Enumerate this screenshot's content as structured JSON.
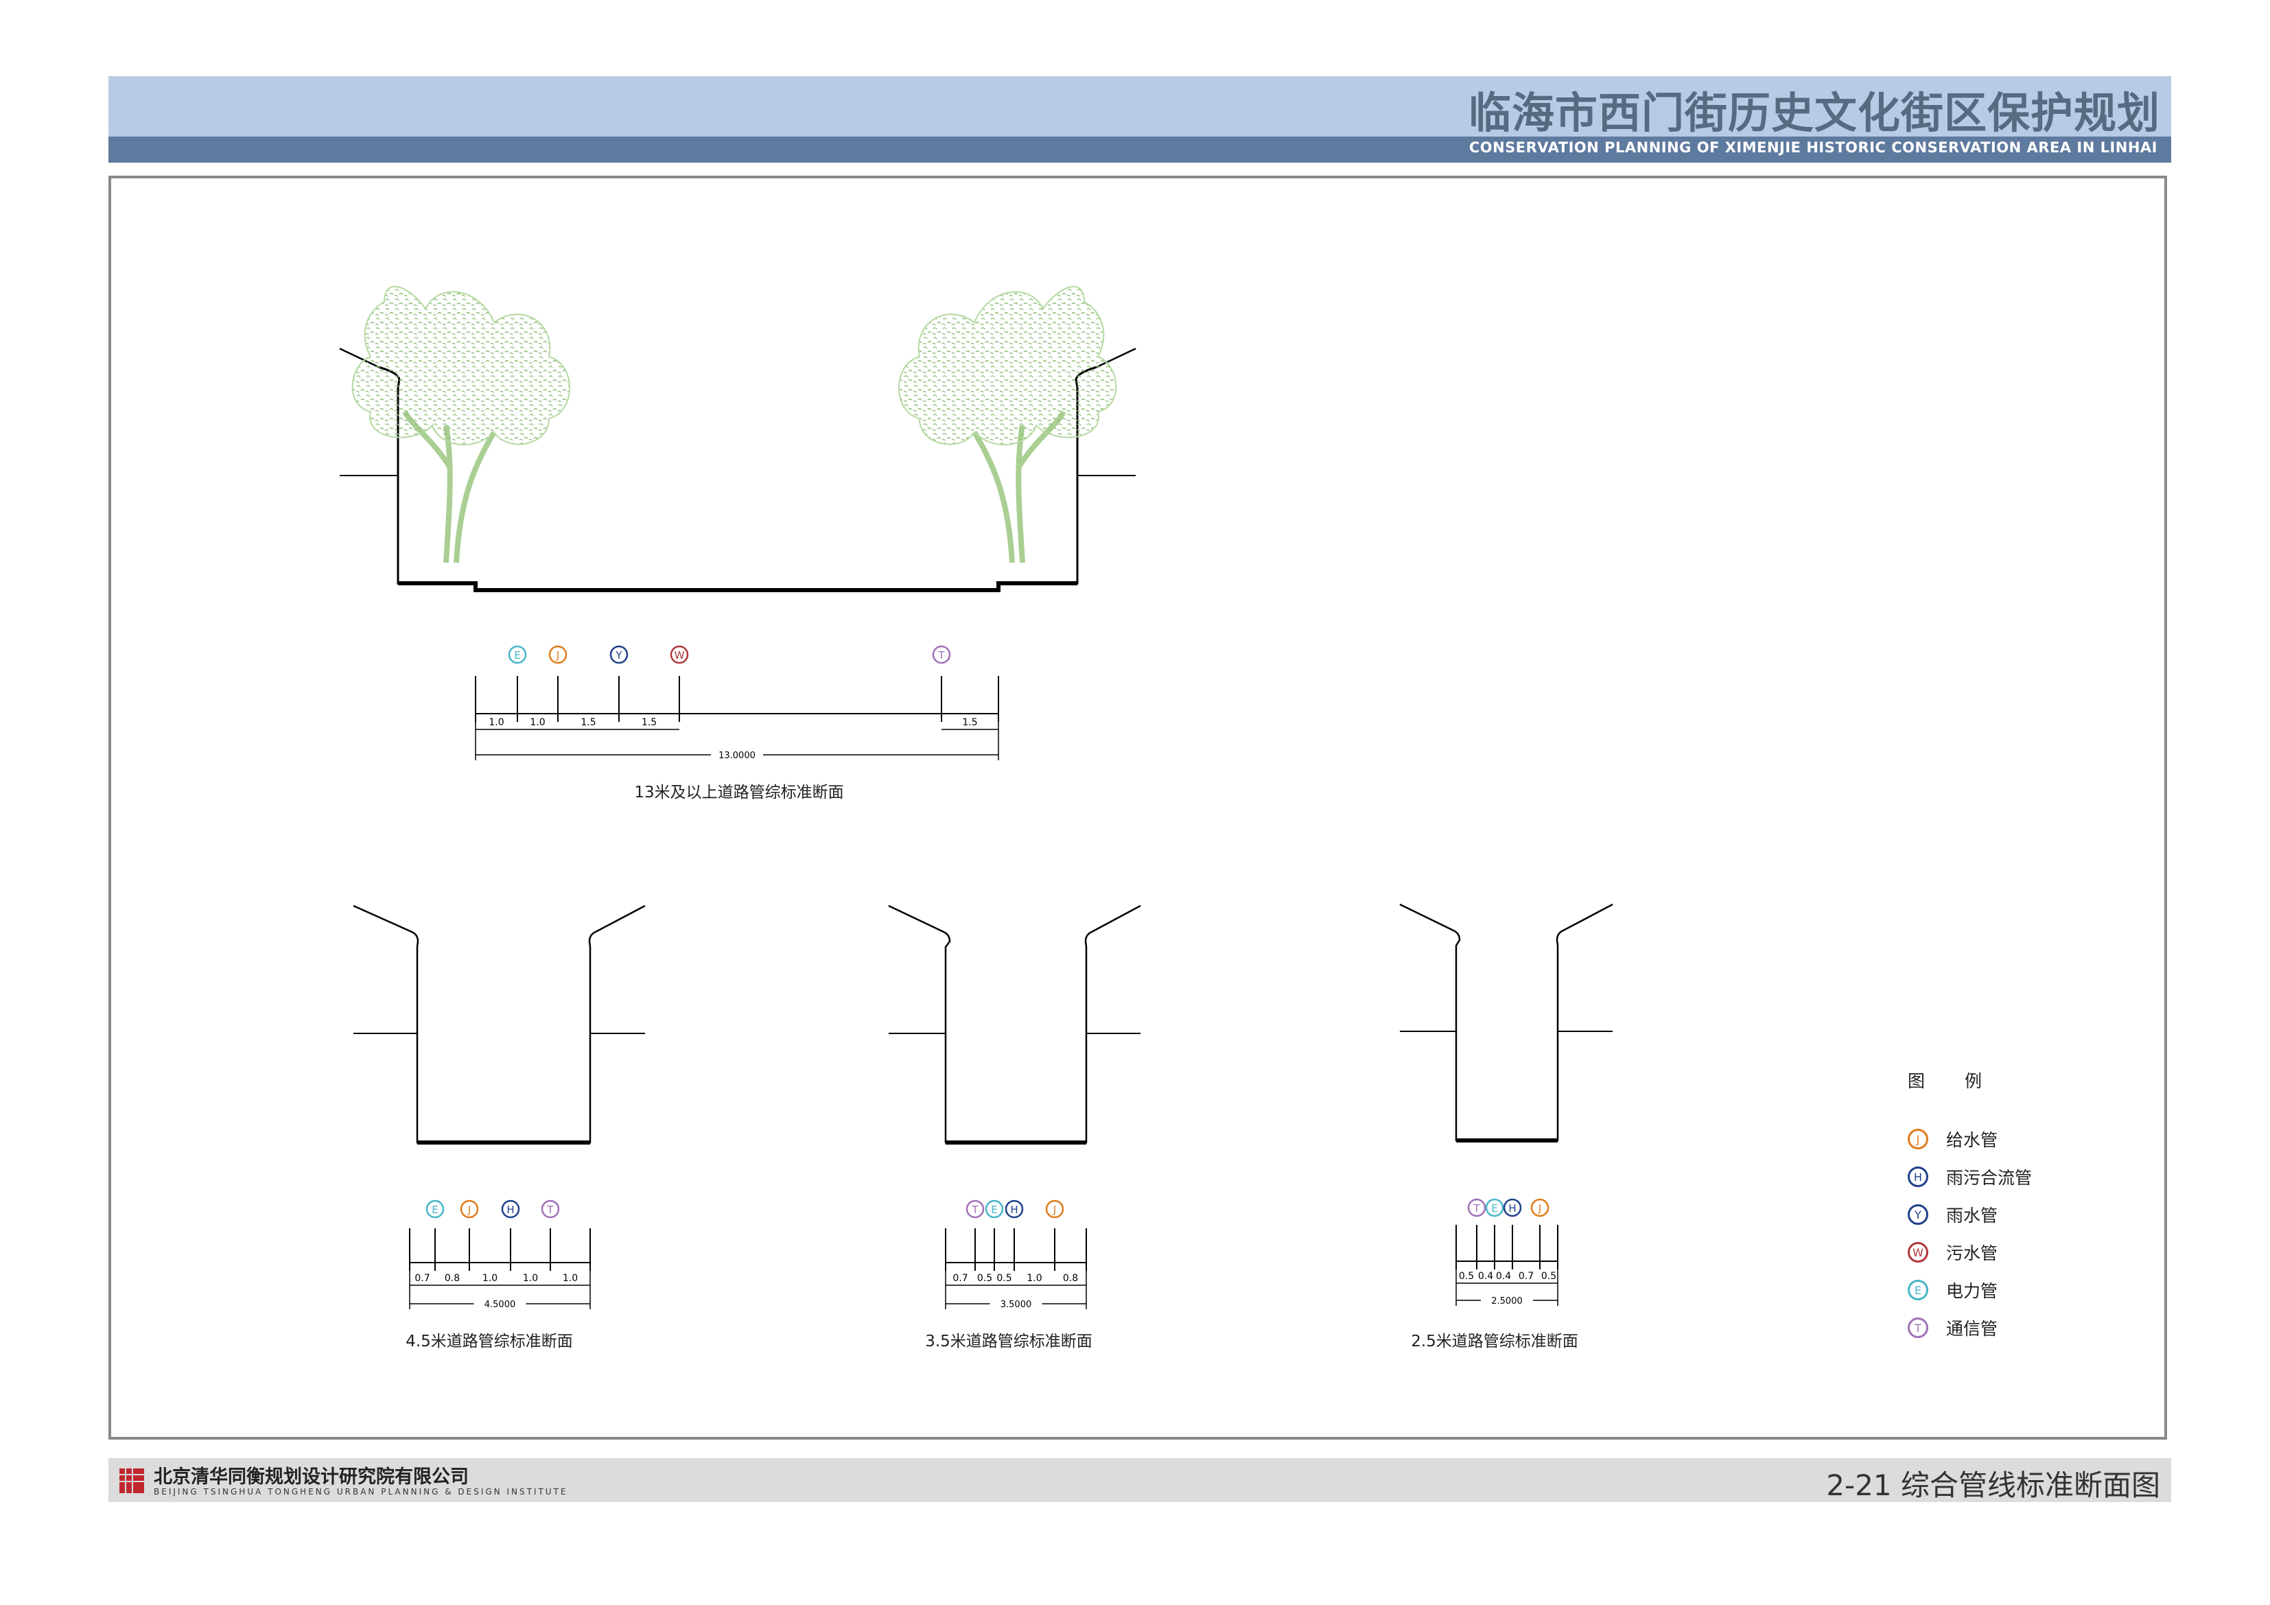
{
  "header": {
    "title_cn": "临海市西门街历史文化街区保护规划",
    "title_en": "CONSERVATION PLANNING OF XIMENJIE HISTORIC CONSERVATION AREA IN LINHAI"
  },
  "footer": {
    "org_cn": "北京清华同衡规划设计研究院有限公司",
    "org_en": "BEIJING TSINGHUA TONGHENG URBAN PLANNING & DESIGN INSTITUTE",
    "page_title": "2-21 综合管线标准断面图"
  },
  "pipes": {
    "J": {
      "letter": "J",
      "color": "#e07b1a"
    },
    "H": {
      "letter": "H",
      "color": "#1f3f8a"
    },
    "Y": {
      "letter": "Y",
      "color": "#1f3f8a"
    },
    "W": {
      "letter": "W",
      "color": "#b0363a"
    },
    "E": {
      "letter": "E",
      "color": "#45b5c8"
    },
    "T": {
      "letter": "T",
      "color": "#a070b8"
    }
  },
  "sections": [
    {
      "caption": "13米及以上道路管综标准断面",
      "pipe_order": [
        "E",
        "J",
        "Y",
        "W",
        "T"
      ],
      "segments": [
        "1.0",
        "1.0",
        "1.5",
        "1.5",
        "1.5"
      ],
      "total": "13.0000"
    },
    {
      "caption": "4.5米道路管综标准断面",
      "pipe_order": [
        "E",
        "J",
        "H",
        "T"
      ],
      "segments": [
        "0.7",
        "0.8",
        "1.0",
        "1.0",
        "1.0"
      ],
      "total": "4.5000"
    },
    {
      "caption": "3.5米道路管综标准断面",
      "pipe_order": [
        "T",
        "E",
        "H",
        "J"
      ],
      "segments": [
        "0.7",
        "0.5",
        "0.5",
        "1.0",
        "0.8"
      ],
      "total": "3.5000"
    },
    {
      "caption": "2.5米道路管综标准断面",
      "pipe_order": [
        "T",
        "E",
        "H",
        "J"
      ],
      "segments": [
        "0.5",
        "0.4",
        "0.4",
        "0.7",
        "0.5"
      ],
      "total": "2.5000"
    }
  ],
  "legend": {
    "title": "图例",
    "items": [
      {
        "key": "J",
        "label": "给水管"
      },
      {
        "key": "H",
        "label": "雨污合流管"
      },
      {
        "key": "Y",
        "label": "雨水管"
      },
      {
        "key": "W",
        "label": "污水管"
      },
      {
        "key": "E",
        "label": "电力管"
      },
      {
        "key": "T",
        "label": "通信管"
      }
    ]
  }
}
